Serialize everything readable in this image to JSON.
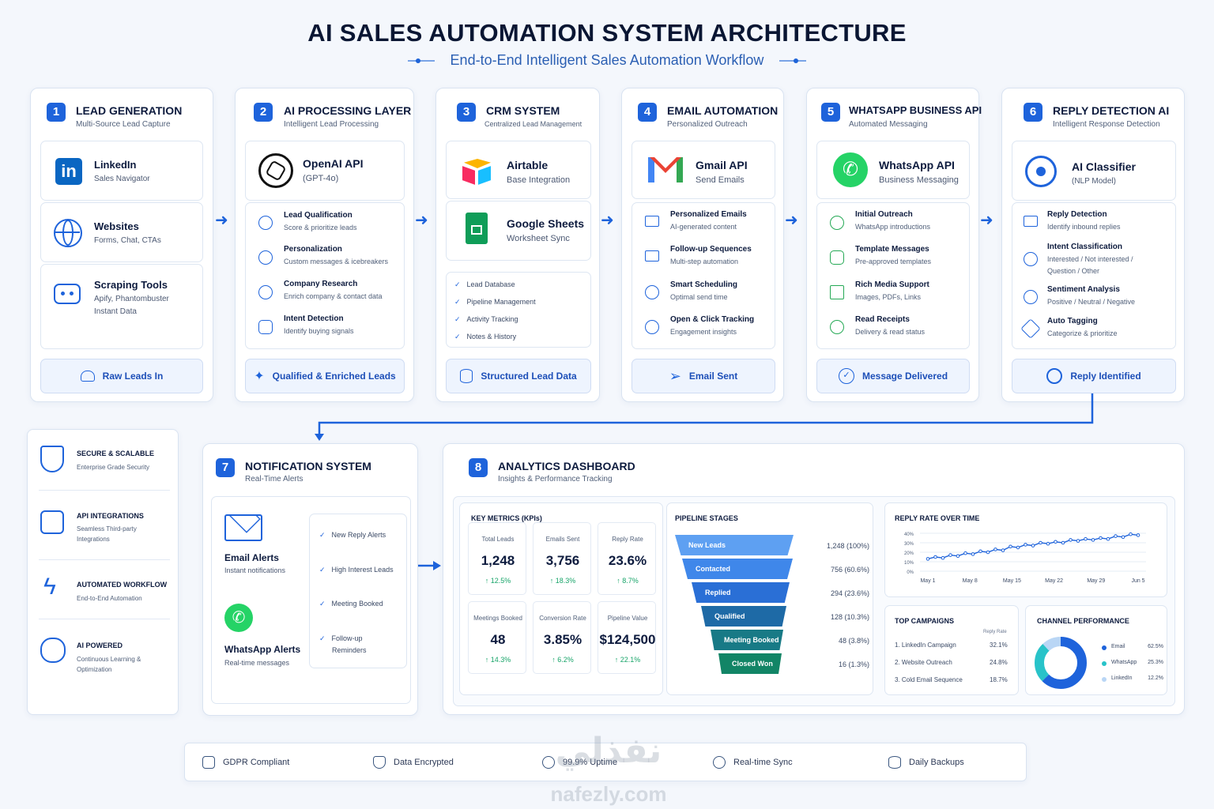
{
  "header": {
    "title": "AI SALES AUTOMATION SYSTEM ARCHITECTURE",
    "subtitle": "End-to-End Intelligent Sales Automation Workflow"
  },
  "stages": [
    {
      "num": "1",
      "title": "LEAD GENERATION",
      "subtitle": "Multi-Source Lead Capture",
      "sources": [
        {
          "name": "LinkedIn",
          "sub": "Sales Navigator"
        },
        {
          "name": "Websites",
          "sub": "Forms, Chat, CTAs"
        },
        {
          "name": "Scraping Tools",
          "sub": "Apify, Phantombuster",
          "sub2": "Instant Data"
        }
      ],
      "output": "Raw Leads In"
    },
    {
      "num": "2",
      "title": "AI PROCESSING LAYER",
      "subtitle": "Intelligent Lead Processing",
      "api_name": "OpenAI API",
      "api_sub": "(GPT-4o)",
      "features": [
        {
          "t": "Lead Qualification",
          "s": "Score & prioritize leads"
        },
        {
          "t": "Personalization",
          "s": "Custom messages & icebreakers"
        },
        {
          "t": "Company Research",
          "s": "Enrich company & contact data"
        },
        {
          "t": "Intent Detection",
          "s": "Identify buying signals"
        }
      ],
      "output": "Qualified & Enriched Leads"
    },
    {
      "num": "3",
      "title": "CRM SYSTEM",
      "subtitle": "Centralized Lead Management",
      "tools": [
        {
          "name": "Airtable",
          "sub": "Base Integration"
        },
        {
          "name": "Google Sheets",
          "sub": "Worksheet Sync"
        }
      ],
      "checks": [
        "Lead Database",
        "Pipeline Management",
        "Activity Tracking",
        "Notes & History"
      ],
      "output": "Structured Lead Data"
    },
    {
      "num": "4",
      "title": "EMAIL AUTOMATION",
      "subtitle": "Personalized Outreach",
      "api_name": "Gmail API",
      "api_sub": "Send Emails",
      "features": [
        {
          "t": "Personalized Emails",
          "s": "AI-generated content"
        },
        {
          "t": "Follow-up Sequences",
          "s": "Multi-step automation"
        },
        {
          "t": "Smart Scheduling",
          "s": "Optimal send time"
        },
        {
          "t": "Open & Click Tracking",
          "s": "Engagement insights"
        }
      ],
      "output": "Email Sent"
    },
    {
      "num": "5",
      "title": "WHATSAPP BUSINESS API",
      "subtitle": "Automated Messaging",
      "api_name": "WhatsApp API",
      "api_sub": "Business Messaging",
      "features": [
        {
          "t": "Initial Outreach",
          "s": "WhatsApp introductions"
        },
        {
          "t": "Template Messages",
          "s": "Pre-approved templates"
        },
        {
          "t": "Rich Media Support",
          "s": "Images, PDFs, Links"
        },
        {
          "t": "Read Receipts",
          "s": "Delivery & read status"
        }
      ],
      "output": "Message Delivered"
    },
    {
      "num": "6",
      "title": "REPLY DETECTION AI",
      "subtitle": "Intelligent Response Detection",
      "api_name": "AI Classifier",
      "api_sub": "(NLP Model)",
      "features": [
        {
          "t": "Reply Detection",
          "s": "Identify inbound replies"
        },
        {
          "t": "Intent Classification",
          "s": "Interested / Not interested /",
          "s2": "Question / Other"
        },
        {
          "t": "Sentiment Analysis",
          "s": "Positive / Neutral / Negative"
        },
        {
          "t": "Auto Tagging",
          "s": "Categorize & prioritize"
        }
      ],
      "output": "Reply Identified"
    }
  ],
  "side": [
    {
      "t": "SECURE & SCALABLE",
      "s": "Enterprise Grade Security"
    },
    {
      "t": "API INTEGRATIONS",
      "s": "Seamless Third-party",
      "s2": "Integrations"
    },
    {
      "t": "AUTOMATED WORKFLOW",
      "s": "End-to-End Automation"
    },
    {
      "t": "AI POWERED",
      "s": "Continuous Learning &",
      "s2": "Optimization"
    }
  ],
  "notification": {
    "num": "7",
    "title": "NOTIFICATION SYSTEM",
    "subtitle": "Real-Time Alerts",
    "email": {
      "t": "Email Alerts",
      "s": "Instant notifications"
    },
    "whatsapp": {
      "t": "WhatsApp Alerts",
      "s": "Real-time messages"
    },
    "checks": [
      "New Reply Alerts",
      "High Interest Leads",
      "Meeting Booked",
      "Follow-up",
      "Reminders"
    ]
  },
  "analytics": {
    "num": "8",
    "title": "ANALYTICS DASHBOARD",
    "subtitle": "Insights & Performance Tracking",
    "kpi_title": "KEY METRICS (KPIs)",
    "kpis": [
      {
        "label": "Total Leads",
        "value": "1,248",
        "delta": "↑ 12.5%"
      },
      {
        "label": "Emails Sent",
        "value": "3,756",
        "delta": "↑ 18.3%"
      },
      {
        "label": "Reply Rate",
        "value": "23.6%",
        "delta": "↑ 8.7%"
      },
      {
        "label": "Meetings Booked",
        "value": "48",
        "delta": "↑ 14.3%"
      },
      {
        "label": "Conversion Rate",
        "value": "3.85%",
        "delta": "↑ 6.2%"
      },
      {
        "label": "Pipeline Value",
        "value": "$124,500",
        "delta": "↑ 22.1%"
      }
    ],
    "pipeline_title": "PIPELINE STAGES",
    "pipeline": [
      {
        "name": "New Leads",
        "count": "1,248",
        "pct": "(100%)",
        "color": "#5ea0f2"
      },
      {
        "name": "Contacted",
        "count": "756",
        "pct": "(60.6%)",
        "color": "#3f87ea"
      },
      {
        "name": "Replied",
        "count": "294",
        "pct": "(23.6%)",
        "color": "#2a6fd6"
      },
      {
        "name": "Qualified",
        "count": "128",
        "pct": "(10.3%)",
        "color": "#1e6aa6"
      },
      {
        "name": "Meeting Booked",
        "count": "48",
        "pct": "(3.8%)",
        "color": "#187a86"
      },
      {
        "name": "Closed Won",
        "count": "16",
        "pct": "(1.3%)",
        "color": "#128566"
      }
    ],
    "reply_title": "REPLY RATE OVER TIME",
    "campaigns_title": "TOP CAMPAIGNS",
    "campaigns_col": "Reply Rate",
    "campaigns": [
      {
        "name": "1. LinkedIn Campaign",
        "rate": "32.1%"
      },
      {
        "name": "2. Website Outreach",
        "rate": "24.8%"
      },
      {
        "name": "3. Cold Email Sequence",
        "rate": "18.7%"
      }
    ],
    "channel_title": "CHANNEL PERFORMANCE",
    "channels": [
      {
        "name": "Email",
        "pct": "62.5%",
        "value": 62.5,
        "color": "#1e63db"
      },
      {
        "name": "WhatsApp",
        "pct": "25.3%",
        "value": 25.3,
        "color": "#28c3c9"
      },
      {
        "name": "LinkedIn",
        "pct": "12.2%",
        "value": 12.2,
        "color": "#b9d6f5"
      }
    ]
  },
  "chart_data": {
    "type": "line",
    "title": "REPLY RATE OVER TIME",
    "x": [
      "May 1",
      "",
      "May 8",
      "",
      "May 15",
      "",
      "May 22",
      "",
      "May 29",
      "",
      "Jun 5"
    ],
    "yticks": [
      "0%",
      "10%",
      "20%",
      "30%",
      "40%"
    ],
    "ylim": [
      0,
      40
    ],
    "series": [
      {
        "values": [
          13,
          15,
          14,
          17,
          16,
          19,
          18,
          21,
          20,
          23,
          22,
          26,
          25,
          28,
          27,
          30,
          29,
          31,
          30,
          33,
          32,
          34,
          33,
          35,
          34,
          37,
          36,
          39,
          38
        ]
      }
    ]
  },
  "trust": [
    "GDPR Compliant",
    "Data Encrypted",
    "99.9% Uptime",
    "Real-time Sync",
    "Daily Backups"
  ],
  "watermark": {
    "arabic": "نفذلي",
    "latin": "nafezly.com"
  },
  "colors": {
    "accent": "#1e63db",
    "success": "#19a56a"
  }
}
